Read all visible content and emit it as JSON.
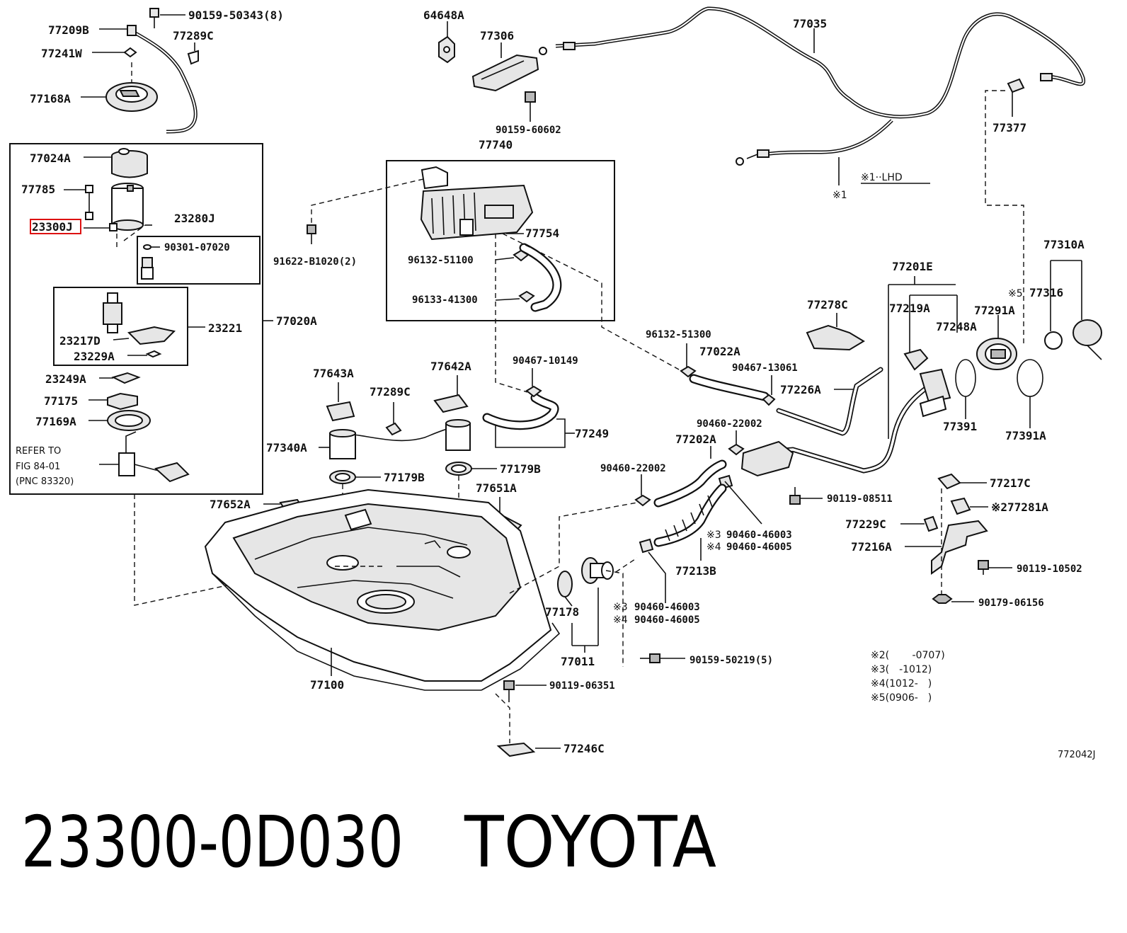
{
  "diagram_code": "772042J",
  "caption": {
    "part_number": "23300-0D030",
    "brand": "TOYOTA"
  },
  "highlighted_part": "23300J",
  "reference_note": {
    "line1": "REFER TO",
    "line2": "FIG 84-01",
    "line3": "(PNC 83320)"
  },
  "notes": [
    "※1··LHD",
    "※2(　　 -0707)",
    "※3(　-1012)",
    "※4(1012-　)",
    "※5(0906-　)"
  ],
  "labels": {
    "p90159_50343": "90159-50343(8)",
    "p77209B": "77209B",
    "p77289C_top": "77289C",
    "p77241W": "77241W",
    "p77168A": "77168A",
    "p64648A": "64648A",
    "p77306": "77306",
    "p77035": "77035",
    "p90159_60602": "90159-60602",
    "p77740": "77740",
    "p77377": "77377",
    "p77024A": "77024A",
    "p77785": "77785",
    "p23280J": "23280J",
    "p23300J": "23300J",
    "p90301_07020": "90301-07020",
    "p23221": "23221",
    "p77020A": "77020A",
    "p23217D": "23217D",
    "p23229A": "23229A",
    "p23249A": "23249A",
    "p77175": "77175",
    "p77169A": "77169A",
    "p91622_B1020": "91622-B1020(2)",
    "p77754": "77754",
    "p96132_51100": "96132-51100",
    "p96133_41300": "96133-41300",
    "p77310A": "77310A",
    "p77201E": "77201E",
    "p77316": "77316",
    "p77278C": "77278C",
    "p77219A": "77219A",
    "p77291A": "77291A",
    "p77248A": "77248A",
    "p96132_51300": "96132-51300",
    "p77022A": "77022A",
    "p90467_13061": "90467-13061",
    "p77226A": "77226A",
    "p90467_10149": "90467-10149",
    "p77643A": "77643A",
    "p77642A": "77642A",
    "p77289C_mid": "77289C",
    "p77249": "77249",
    "p77391": "77391",
    "p77391A": "77391A",
    "p77340A": "77340A",
    "p90460_22002_a": "90460-22002",
    "p77202A": "77202A",
    "p90460_22002_b": "90460-22002",
    "p77179B_a": "77179B",
    "p77179B_b": "77179B",
    "p77651A": "77651A",
    "p77217C": "77217C",
    "p90119_08511": "90119-08511",
    "p277281A": "※277281A",
    "p77652A": "77652A",
    "p77229C": "77229C",
    "p90460_46003_a": "90460-46003",
    "p90460_46005_a": "90460-46005",
    "p77216A": "77216A",
    "p77213B": "77213B",
    "p90119_10502": "90119-10502",
    "p90179_06156": "90179-06156",
    "p77178": "77178",
    "p90460_46003_b": "90460-46003",
    "p90460_46005_b": "90460-46005",
    "p77011": "77011",
    "p90159_50219": "90159-50219(5)",
    "p77100": "77100",
    "p90119_06351": "90119-06351",
    "p77246C": "77246C",
    "mark3_a": "※3",
    "mark4_a": "※4",
    "mark3_b": "※3",
    "mark4_b": "※4",
    "mark5": "※5",
    "mark1": "※1"
  }
}
